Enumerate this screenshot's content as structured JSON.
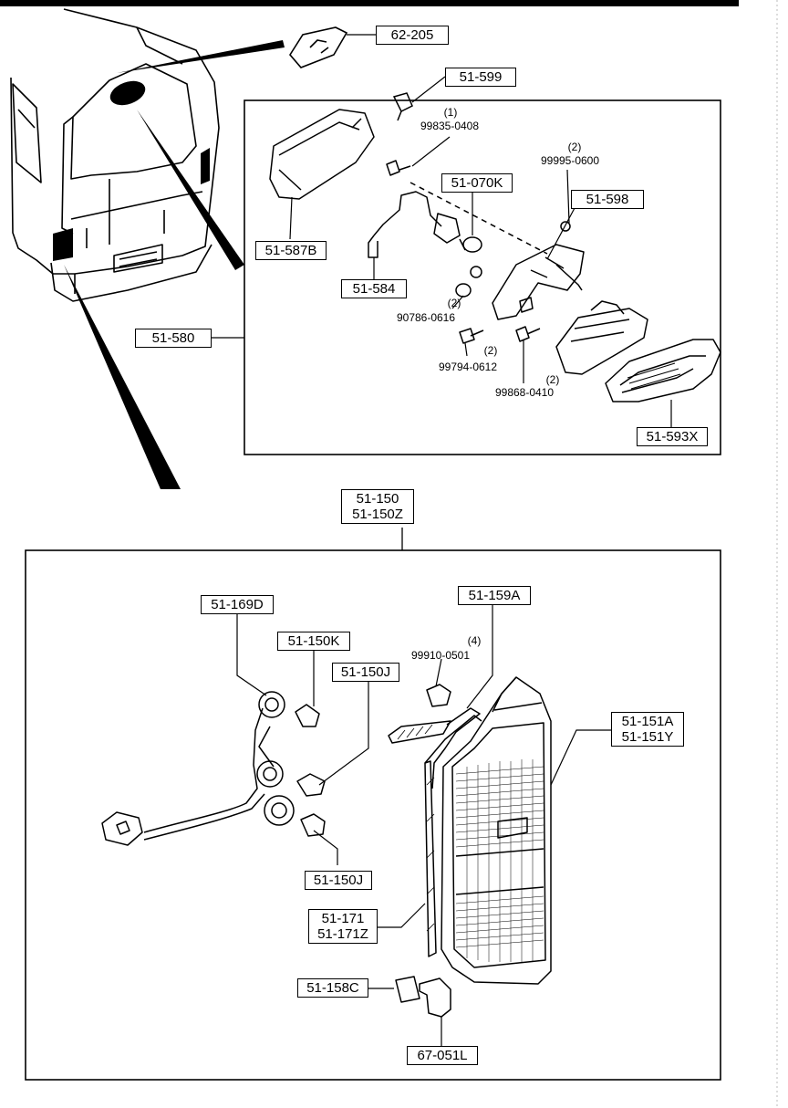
{
  "diagram": {
    "parts": {
      "emblem": "62-205",
      "clip_top": "51-599",
      "high_mount_assembly": "51-580",
      "cover": "51-587B",
      "socket_harness": "51-584",
      "bulb_small": "51-070K",
      "bracket": "51-598",
      "lens": "51-593X",
      "screw_1": "99835-0408",
      "screw_1_qty": "(1)",
      "washer_2": "99995-0600",
      "washer_2_qty": "(2)",
      "grommet": "90786-0616",
      "grommet_qty": "(2)",
      "bolt": "99794-0612",
      "bolt_qty": "(2)",
      "screw_3": "99868-0410",
      "screw_3_qty": "(2)",
      "rear_lamp_assembly_a": "51-150",
      "rear_lamp_assembly_b": "51-150Z",
      "harness": "51-169D",
      "bulb_stop": "51-150K",
      "bulb_turn_upper": "51-150J",
      "bulb_turn_lower": "51-150J",
      "gasket_top": "51-159A",
      "nut": "99910-0501",
      "nut_qty": "(4)",
      "lamp_lens_a": "51-151A",
      "lamp_lens_b": "51-151Y",
      "gasket_side_a": "51-171",
      "gasket_side_b": "51-171Z",
      "gasket_bottom": "51-158C",
      "clip_bottom": "67-051L"
    }
  }
}
